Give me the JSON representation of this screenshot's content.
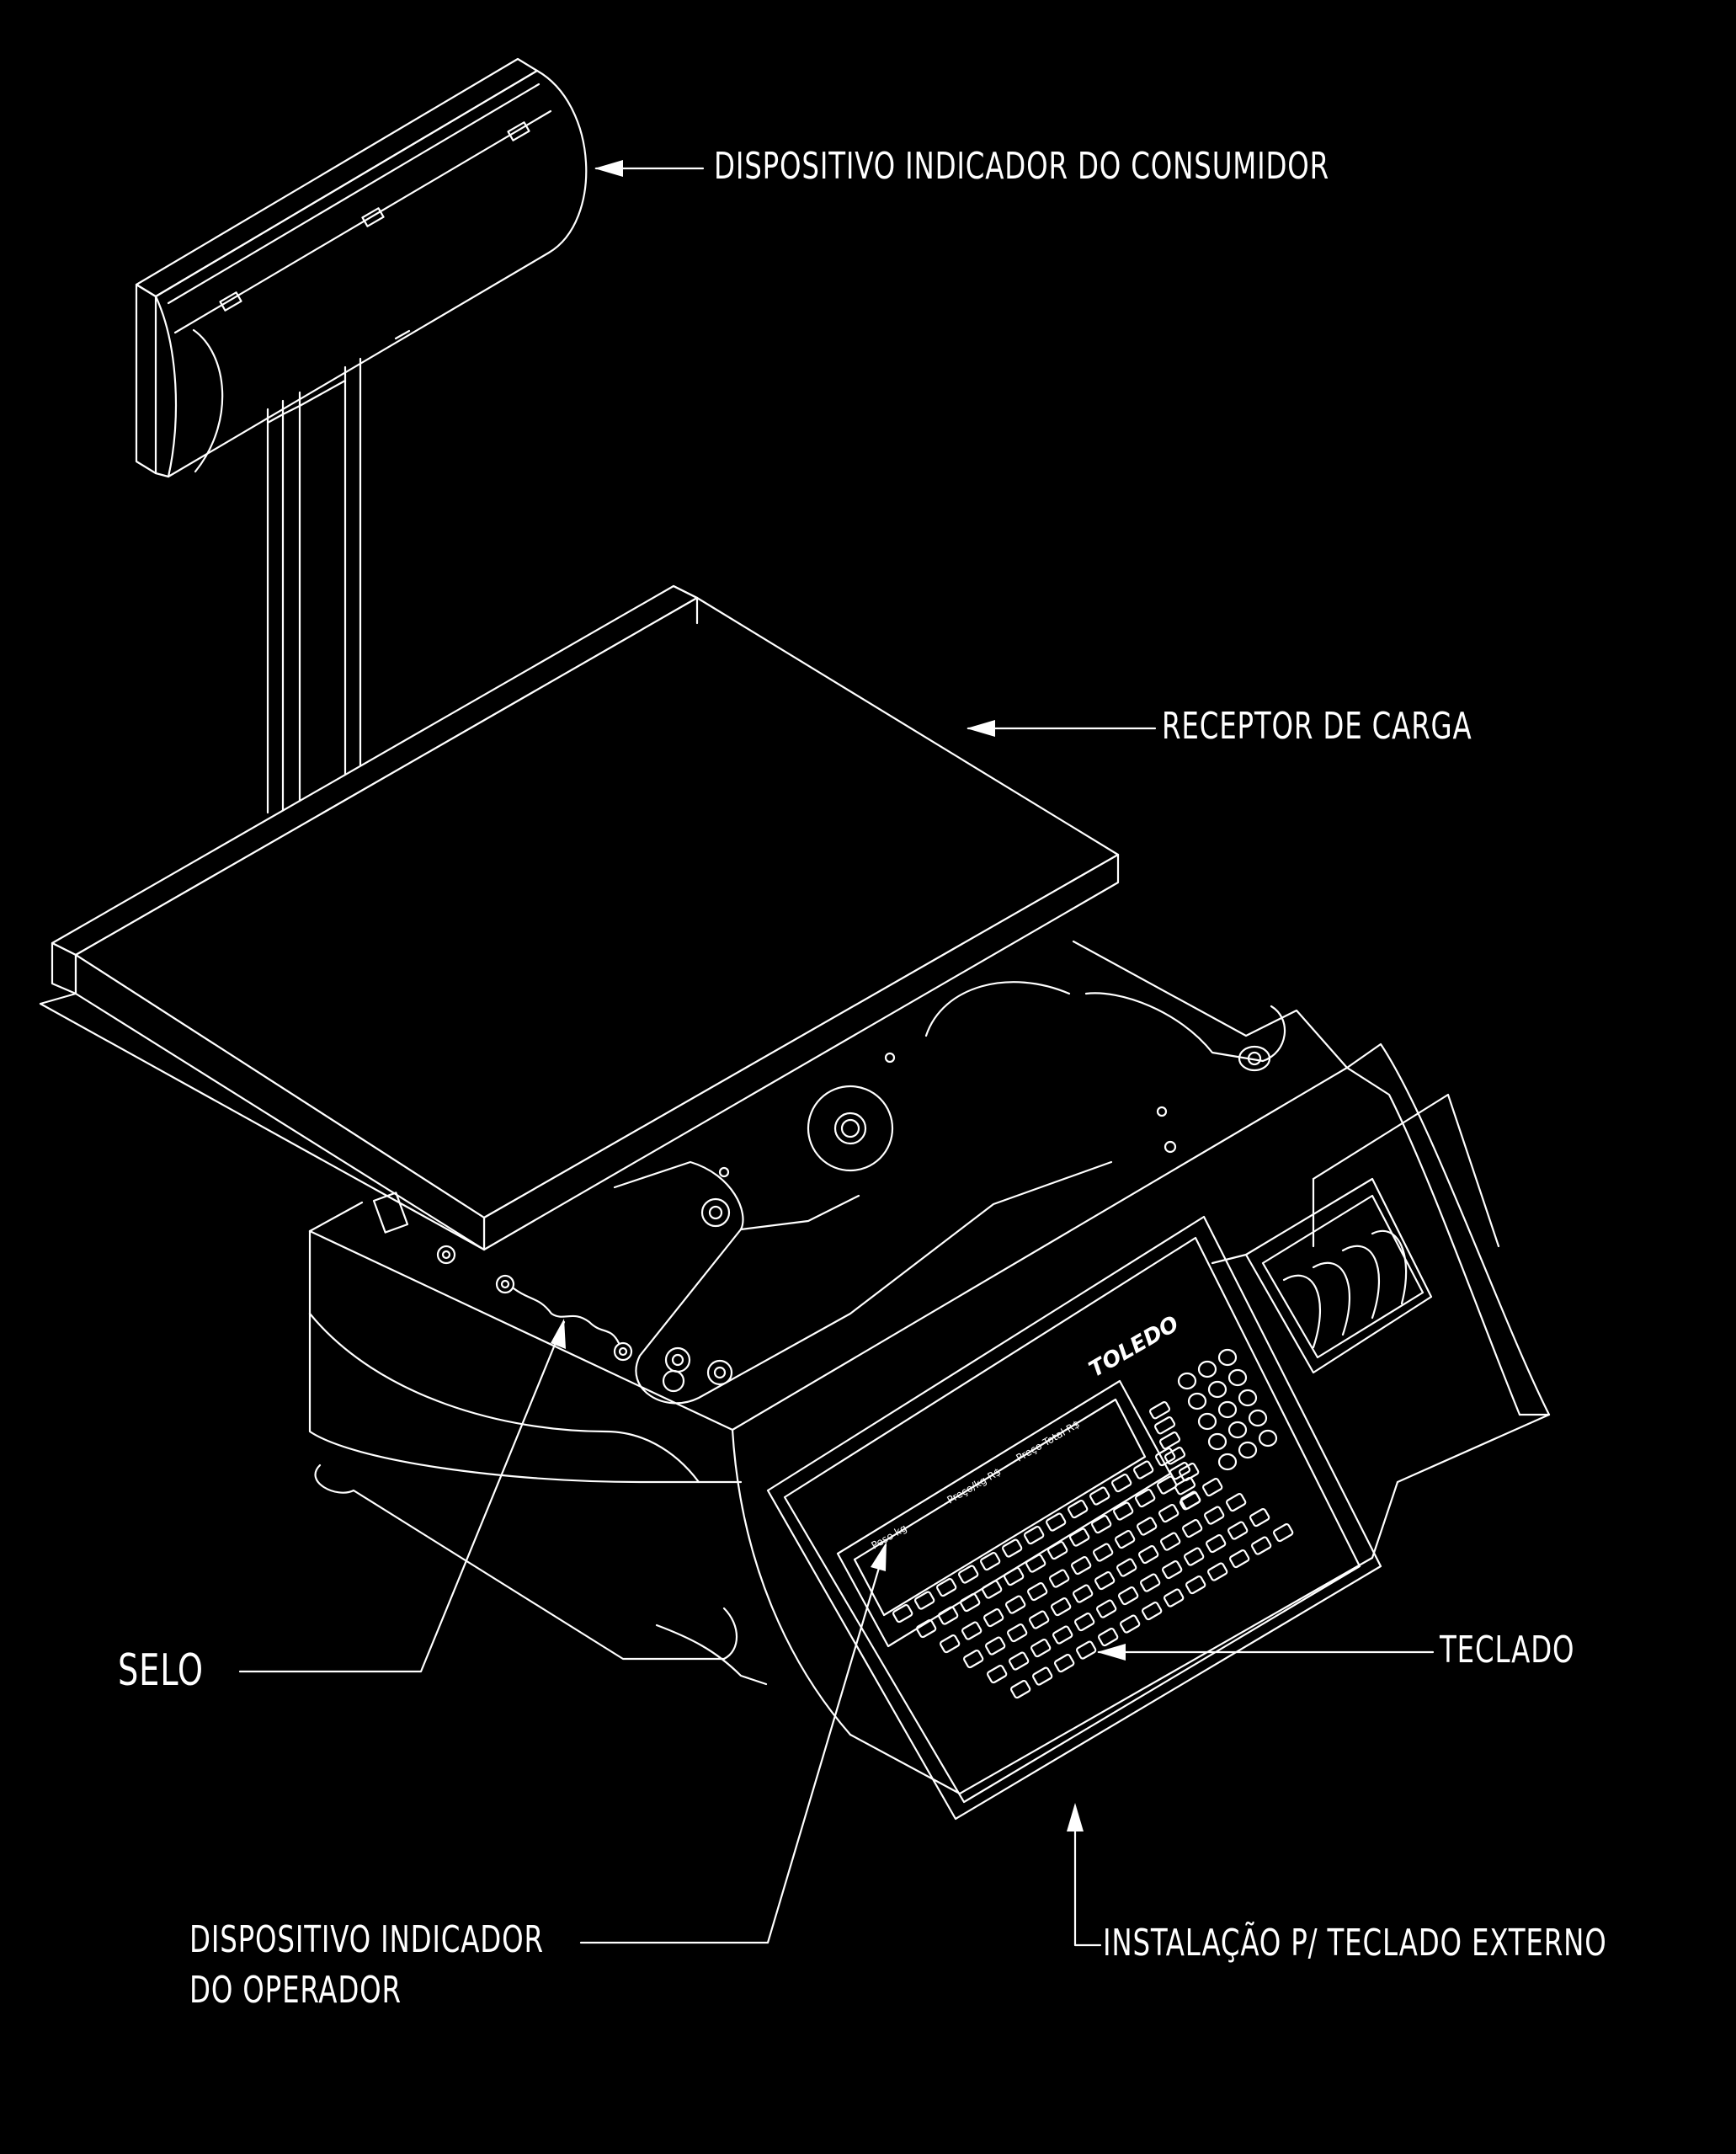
{
  "labels": {
    "consumer_display": "DISPOSITIVO INDICADOR DO CONSUMIDOR",
    "load_receptor": "RECEPTOR DE CARGA",
    "keyboard": "TECLADO",
    "seal": "SELO",
    "operator_display_line1": "DISPOSITIVO INDICADOR",
    "operator_display_line2": "DO OPERADOR",
    "external_keyboard": "INSTALAÇÃO P/ TECLADO EXTERNO"
  },
  "brand": "TOLEDO",
  "display_captions": [
    "Peso kg",
    "Preço/kg R$",
    "Preço Total R$"
  ],
  "colors": {
    "background": "#000000",
    "lines": "#ffffff"
  }
}
